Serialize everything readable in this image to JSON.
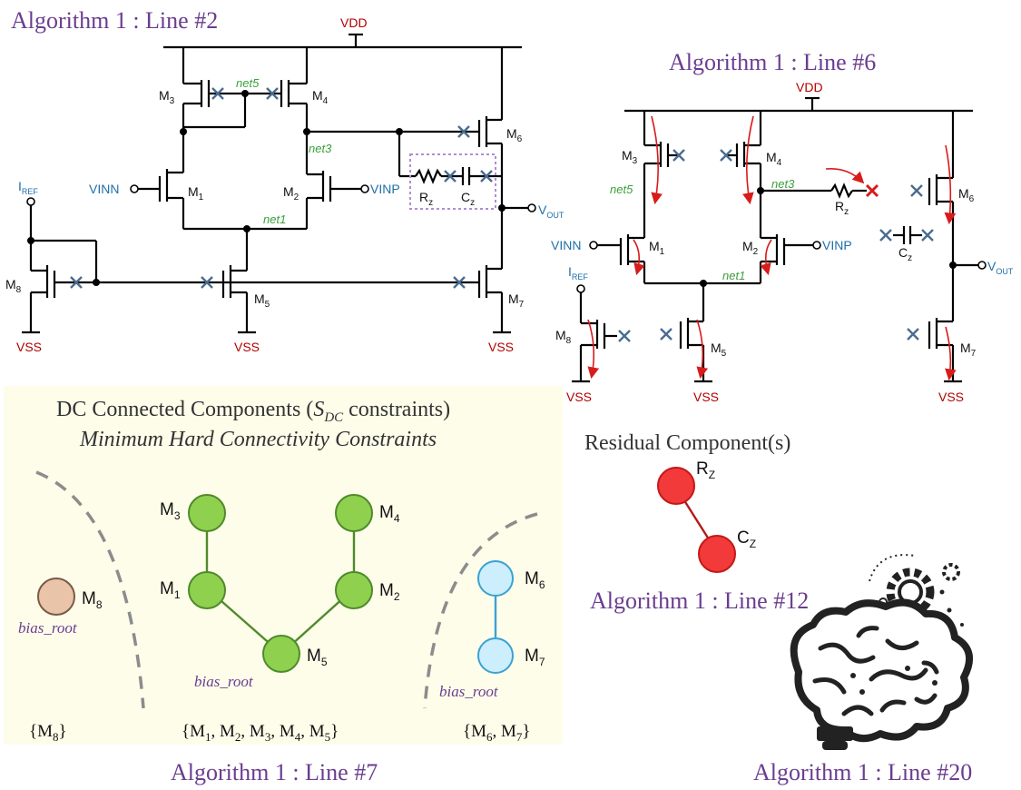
{
  "labels": {
    "algo_line2": "Algorithm 1 : Line #2",
    "algo_line6": "Algorithm 1 : Line #6",
    "algo_line7": "Algorithm 1 : Line #7",
    "algo_line12": "Algorithm 1 : Line #12",
    "algo_line20": "Algorithm 1 : Line #20"
  },
  "circuit": {
    "vdd": "VDD",
    "vss": "VSS",
    "vinn": "VINN",
    "vinp": "VINP",
    "iref": "I",
    "iref_sub": "REF",
    "vout": "V",
    "vout_sub": "OUT",
    "net1": "net1",
    "net3": "net3",
    "net5": "net5",
    "m": "M",
    "d1": "1",
    "d2": "2",
    "d3": "3",
    "d4": "4",
    "d5": "5",
    "d6": "6",
    "d7": "7",
    "d8": "8",
    "r": "R",
    "c": "C",
    "z": "z"
  },
  "dc_panel": {
    "title_pre": "DC Connected Components (",
    "title_sym": "S",
    "title_sub": "DC",
    "title_post": " constraints)",
    "subtitle": "Minimum Hard Connectivity Constraints",
    "bias_root": "bias_root",
    "set_m8": "{M8}",
    "set_green": "{M1, M2, M3, M4, M5}",
    "set_blue": "{M6, M7}",
    "bg_color": "#fdfdea"
  },
  "residual": {
    "title": "Residual Component(s)",
    "r": "R",
    "c": "C",
    "sub": "Z"
  },
  "colors": {
    "algo": "#6a3d8f",
    "net": "#3aa03a",
    "port": "#1f6fa8",
    "rail": "#b30000",
    "arrow": "#d81b1b"
  }
}
